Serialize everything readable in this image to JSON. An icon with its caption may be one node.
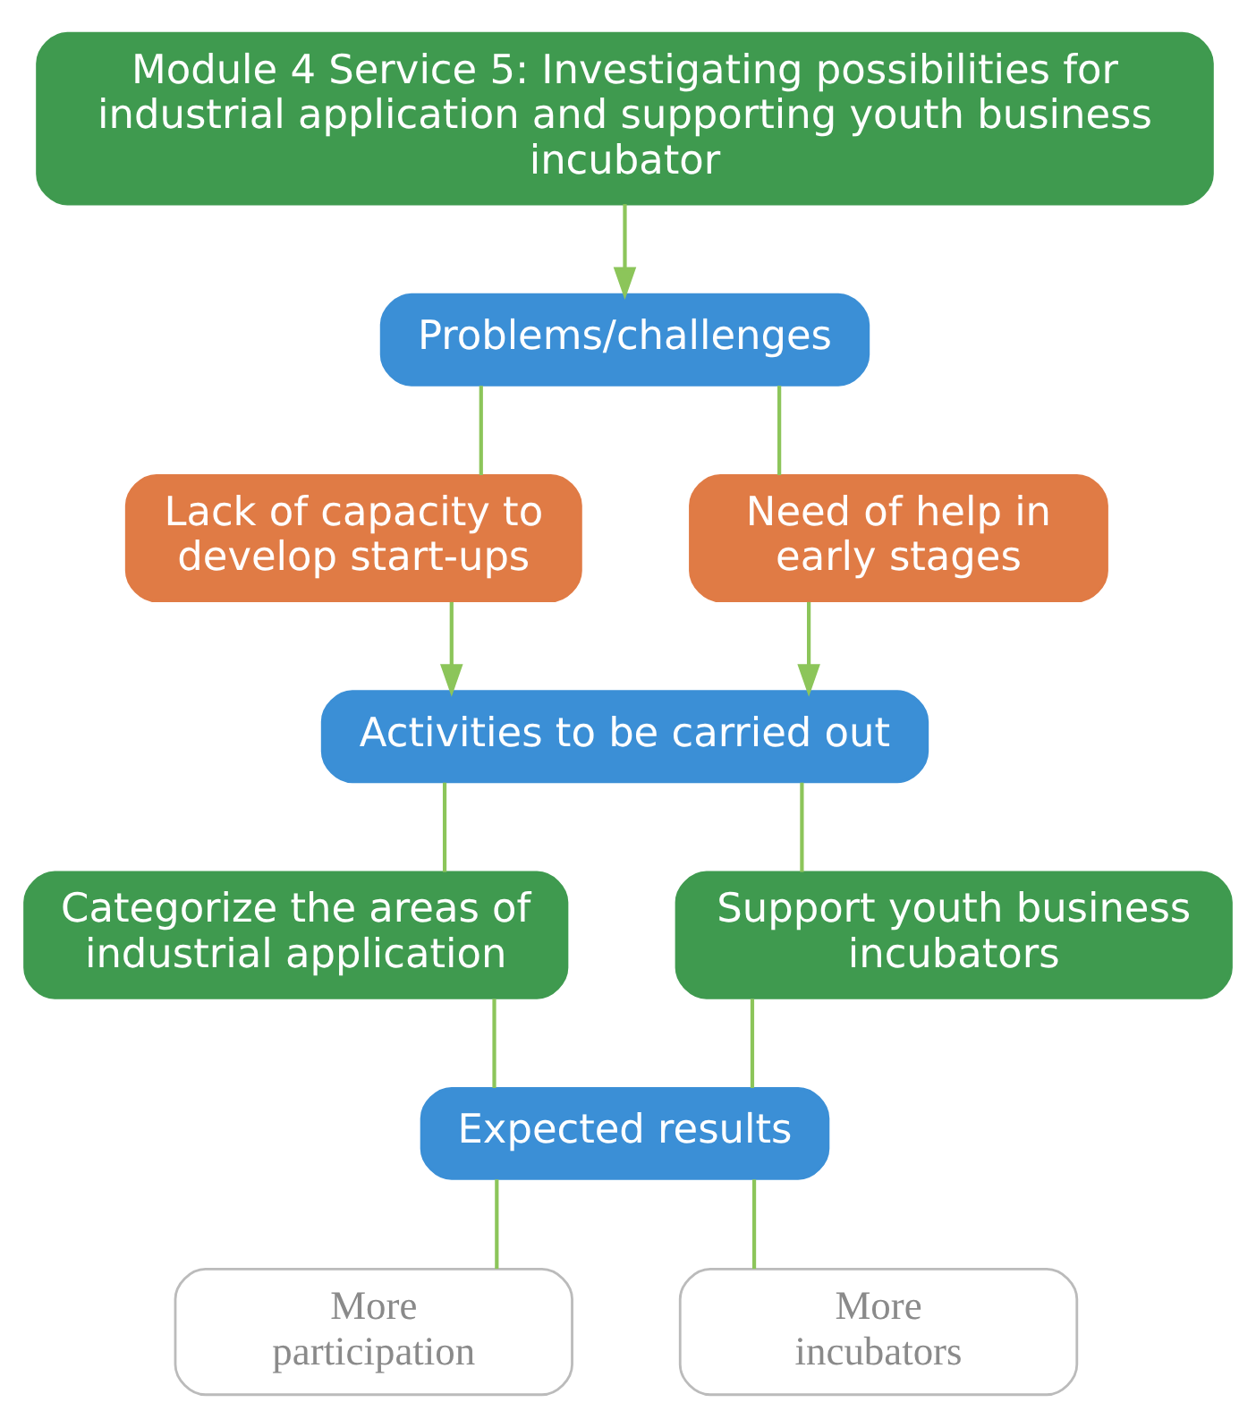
{
  "diagram": {
    "nodes": [
      {
        "text": [
          "Module 4 Service 5: Investigating possibilities for industrial application and supporting youth business incubator"
        ]
      },
      {
        "text": [
          "Problems/challenges"
        ]
      },
      {
        "text": [
          "Lack of capacity to develop start-ups"
        ]
      },
      {
        "text": [
          "Need of help in early stages"
        ]
      },
      {
        "text": [
          "Activities to be carried out"
        ]
      },
      {
        "text": [
          "Categorize the areas of industrial application"
        ]
      },
      {
        "text": [
          "Support youth business incubators"
        ]
      },
      {
        "text": [
          "Expected results"
        ]
      },
      {
        "text": [
          "More participation"
        ]
      },
      {
        "text": [
          "More incubators"
        ]
      }
    ],
    "edges": [
      {
        "from": 0,
        "to": 1,
        "arrow": "to"
      },
      {
        "from": 1,
        "to": 2,
        "arrow": "none"
      },
      {
        "from": 1,
        "to": 3,
        "arrow": "none"
      },
      {
        "from": 2,
        "to": 4,
        "arrow": "to"
      },
      {
        "from": 3,
        "to": 4,
        "arrow": "to"
      },
      {
        "from": 4,
        "to": 5,
        "arrow": "none"
      },
      {
        "from": 4,
        "to": 6,
        "arrow": "none"
      },
      {
        "from": 5,
        "to": 7,
        "arrow": "none"
      },
      {
        "from": 6,
        "to": 7,
        "arrow": "none"
      },
      {
        "from": 7,
        "to": 8,
        "arrow": "none"
      },
      {
        "from": 7,
        "to": 9,
        "arrow": "none"
      }
    ]
  }
}
